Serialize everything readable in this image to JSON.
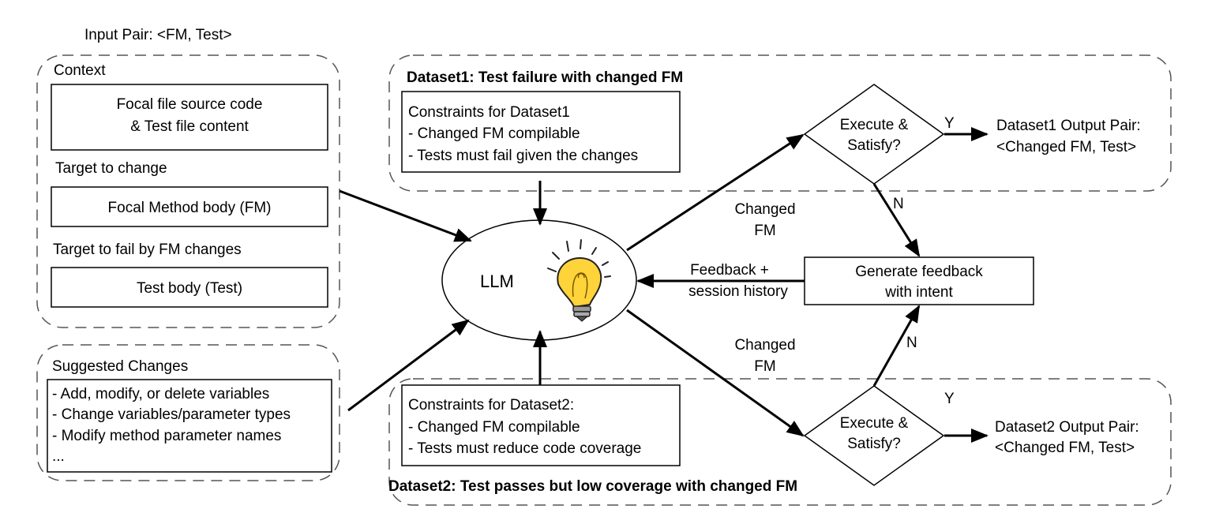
{
  "input_pair_label": "Input Pair: <FM, Test>",
  "context": {
    "title": "Context",
    "source_box": [
      "Focal file source code",
      "& Test file content"
    ],
    "target_change_label": "Target to change",
    "fm_box": "Focal Method body (FM)",
    "target_fail_label": "Target to fail by FM changes",
    "test_box": "Test body (Test)"
  },
  "suggested_changes": {
    "title": "Suggested Changes",
    "items": [
      "- Add, modify, or delete variables",
      "- Change variables/parameter types",
      "- Modify method parameter names",
      "..."
    ]
  },
  "llm": {
    "label": "LLM",
    "icon": "lightbulb-icon"
  },
  "dataset1": {
    "title": "Dataset1: Test failure with changed FM",
    "constraints": [
      "Constraints for Dataset1",
      "- Changed FM compilable",
      "- Tests must fail given the changes"
    ],
    "decision": [
      "Execute &",
      "Satisfy?"
    ],
    "yes": "Y",
    "no": "N",
    "output": [
      "Dataset1 Output Pair:",
      "<Changed FM, Test>"
    ]
  },
  "dataset2": {
    "title": "Dataset2: Test passes but low coverage with changed FM",
    "constraints": [
      "Constraints for Dataset2:",
      "- Changed FM compilable",
      "- Tests must reduce code coverage"
    ],
    "decision": [
      "Execute &",
      "Satisfy?"
    ],
    "yes": "Y",
    "no": "N",
    "output": [
      "Dataset2 Output Pair:",
      "<Changed FM, Test>"
    ]
  },
  "changed_fm_upper": [
    "Changed",
    "FM"
  ],
  "changed_fm_lower": [
    "Changed",
    "FM"
  ],
  "feedback_edge": [
    "Feedback +",
    "session history"
  ],
  "feedback_box": [
    "Generate feedback",
    "with intent"
  ]
}
